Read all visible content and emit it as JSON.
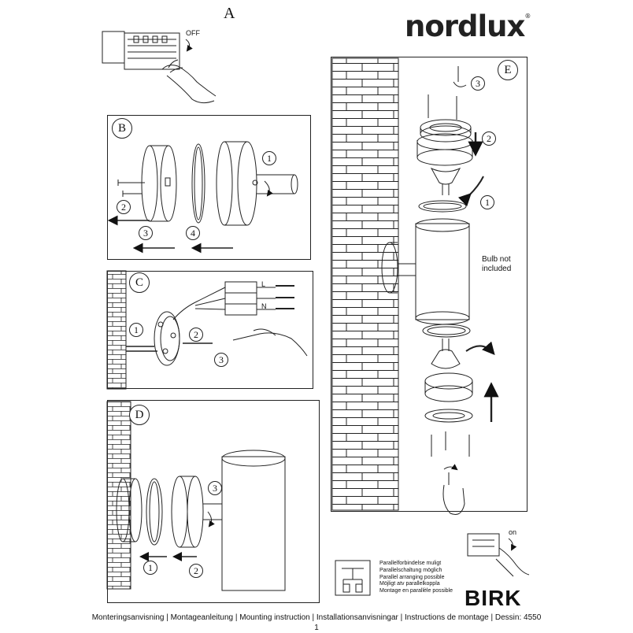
{
  "brand": {
    "name": "nordlux",
    "trademark": "®"
  },
  "steps": {
    "a": "A",
    "b": "B",
    "c": "C",
    "d": "D",
    "e": "E"
  },
  "switch": {
    "off": "OFF",
    "on": "on"
  },
  "wiring_labels": [
    "L",
    "N"
  ],
  "bulb_note": {
    "line1": "Bulb not",
    "line2": "included"
  },
  "parallel_connection": [
    "Parallelforbindelse muligt",
    "Parallelschaltung möglich",
    "Parallel arranging possible",
    "Möjligt atv parallelkoppla",
    "Montage en parallèle possible"
  ],
  "product_name": "BIRK",
  "footer_text": "Monteringsanvisning | Montageanleitung | Mounting instruction | Installationsanvisningar | Instructions de montage | Dessin: 4550",
  "page_number": "1",
  "numbers": {
    "n1": "1",
    "n2": "2",
    "n3": "3",
    "n4": "4"
  }
}
